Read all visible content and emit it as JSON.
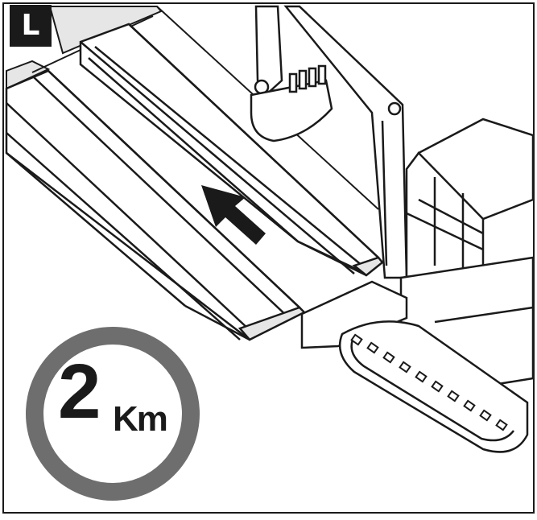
{
  "panel": {
    "label": "L"
  },
  "speed_limit": {
    "value": "2",
    "unit": "Km"
  },
  "colors": {
    "line": "#1a1a1a",
    "fill": "#ffffff",
    "ring": "#6e6e6e",
    "shade": "#e6e6e6"
  },
  "icons": [
    "direction-arrow-icon",
    "speed-limit-sign-icon"
  ]
}
